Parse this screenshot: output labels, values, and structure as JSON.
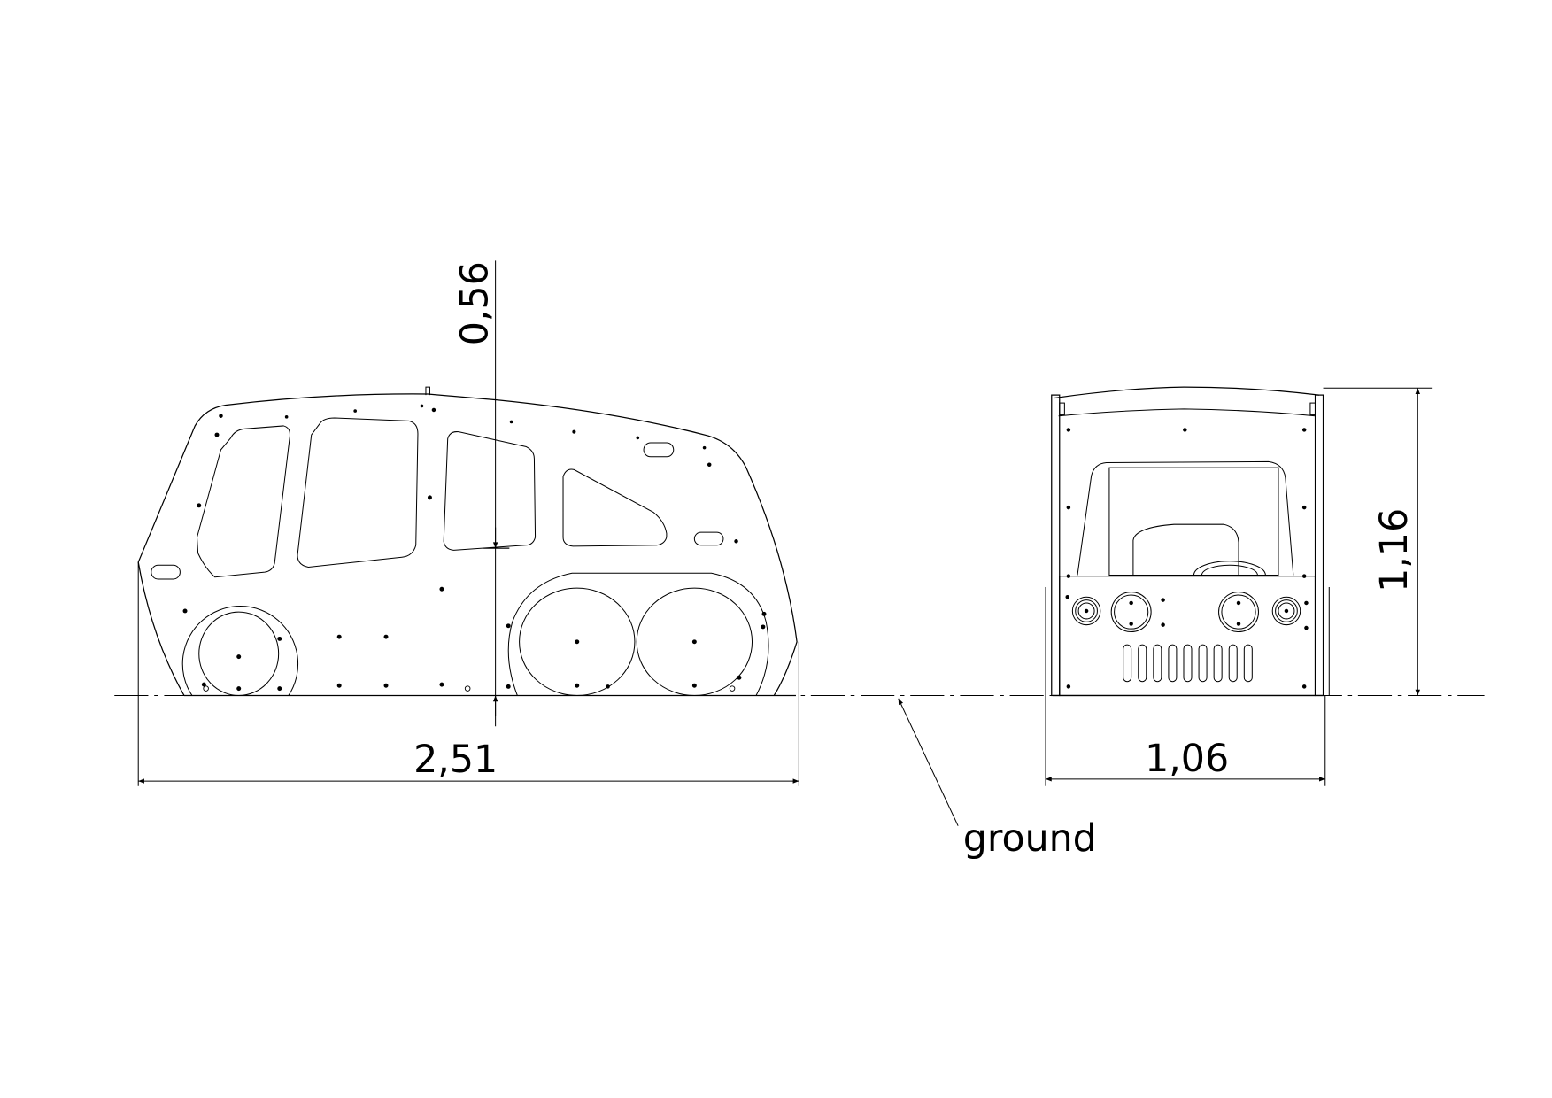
{
  "drawing": {
    "side_view": {
      "overall_length": "2,51",
      "height_dimension": "0,56"
    },
    "front_view": {
      "overall_width": "1,06",
      "overall_height": "1,16"
    },
    "annotation": {
      "ground_label": "ground"
    },
    "line_color": "#000000",
    "background_color": "#ffffff"
  }
}
